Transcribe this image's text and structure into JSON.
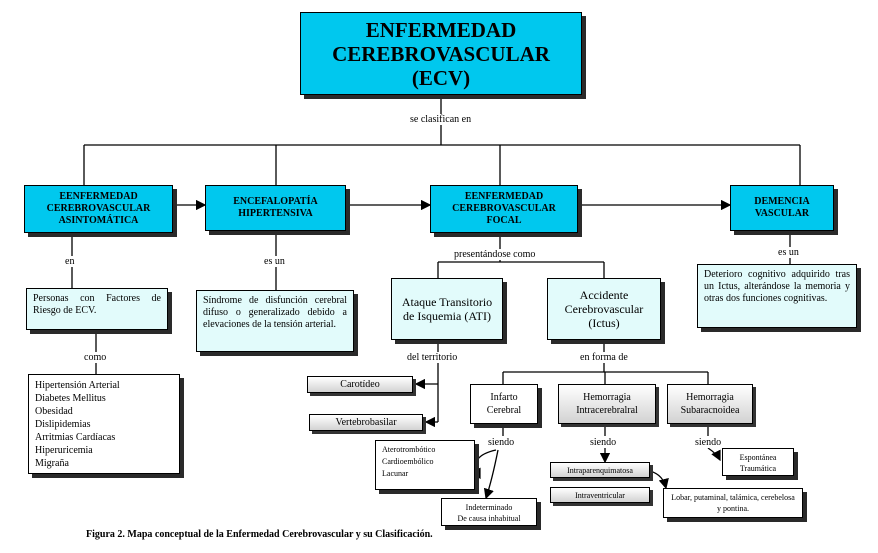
{
  "title": "ENFERMEDAD CEREBROVASCULAR (ECV)",
  "links": {
    "classify": "se clasifican en",
    "in": "en",
    "is_a1": "es un",
    "presenting": "presentándose como",
    "is_a2": "es un",
    "like": "como",
    "territory": "del territorio",
    "form": "en forma de",
    "being1": "siendo",
    "being2": "siendo",
    "being3": "siendo"
  },
  "categories": {
    "asymptomatic": "EENFERMEDAD CEREBROVASCULAR ASINTOMÁTICA",
    "hypertensive": "ENCEFALOPATÍA HIPERTENSIVA",
    "focal": "EENFERMEDAD CEREBROVASCULAR FOCAL",
    "dementia": "DEMENCIA VASCULAR"
  },
  "details": {
    "risk_people": "Personas con Factores de Riesgo de ECV.",
    "syndrome": "Síndrome de disfunción cerebral difuso o generalizado debido a elevaciones de la tensión arterial.",
    "deterioration": "Deterioro cognitivo adquirido tras un Ictus, alterándose la memoria y otras dos funciones cognitivas."
  },
  "risk_factors": [
    "Hipertensión Arterial",
    "Diabetes Mellitus",
    "Obesidad",
    "Dislipidemias",
    "Arritmias Cardíacas",
    "Hiperuricemia",
    "Migraña"
  ],
  "focal_types": {
    "ati": "Ataque Transitorio de Isquemia (ATI)",
    "acv": "Accidente Cerebrovascular (Ictus)"
  },
  "territories": {
    "carotid": "Carotídeo",
    "vertebro": "Vertebrobasilar"
  },
  "stroke_forms": {
    "infarct": "Infarto Cerebral",
    "intracerebral": "Hemorragia Intracerebralral",
    "subarachnoid": "Hemorragia Subaracnoidea"
  },
  "subtypes": {
    "infarct_types": [
      "Aterotrombótico",
      "Cardioembólico",
      "Lacunar"
    ],
    "undetermined": [
      "Indeterminado",
      "De causa inhabitual"
    ],
    "intraparenchymal": "Intraparenquimatosa",
    "intraventricular": "Intraventricular",
    "locations": "Lobar, putaminal, talámica, cerebelosa y pontina.",
    "spontaneous": [
      "Espontánea",
      "Traumática"
    ]
  },
  "caption": "Figura 2. Mapa conceptual de la Enfermedad Cerebrovascular y su Clasificación."
}
